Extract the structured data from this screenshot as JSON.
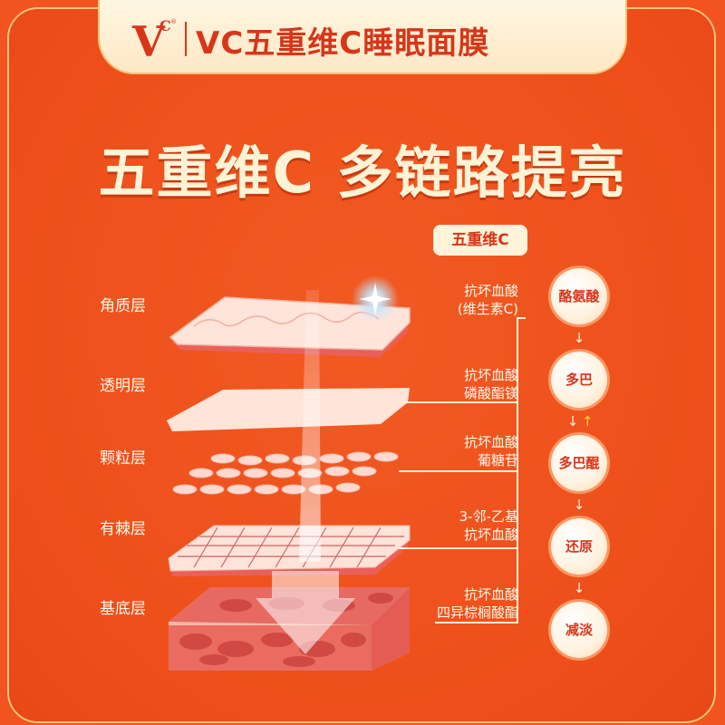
{
  "header": {
    "logo_text": "VC",
    "title": "VC五重维C睡眠面膜"
  },
  "headline": "五重维C 多链路提亮",
  "layers": [
    {
      "label": "角质层"
    },
    {
      "label": "透明层"
    },
    {
      "label": "颗粒层"
    },
    {
      "label": "有棘层"
    },
    {
      "label": "基底层"
    }
  ],
  "section_tag": "五重维C",
  "derivatives": [
    {
      "line1": "抗坏血酸",
      "line2": "(维生素C)"
    },
    {
      "line1": "抗坏血酸",
      "line2": "磷酸酯镁"
    },
    {
      "line1": "抗坏血酸",
      "line2": "葡糖苷"
    },
    {
      "line1": "3-邻-乙基",
      "line2": "抗坏血酸"
    },
    {
      "line1": "抗坏血酸",
      "line2": "四异棕榈酸酯"
    }
  ],
  "pathway": [
    {
      "label": "酪氨酸"
    },
    {
      "label": "多巴"
    },
    {
      "label": "多巴醌"
    },
    {
      "label": "还原"
    },
    {
      "label": "减淡"
    }
  ],
  "icons": {
    "arrow_down": "↓",
    "arrow_up": "↑"
  },
  "colors": {
    "background": "#f1541e",
    "accent": "#d7361a",
    "cream": "#fff3da",
    "reverse_arrow": "#ffd13a"
  }
}
